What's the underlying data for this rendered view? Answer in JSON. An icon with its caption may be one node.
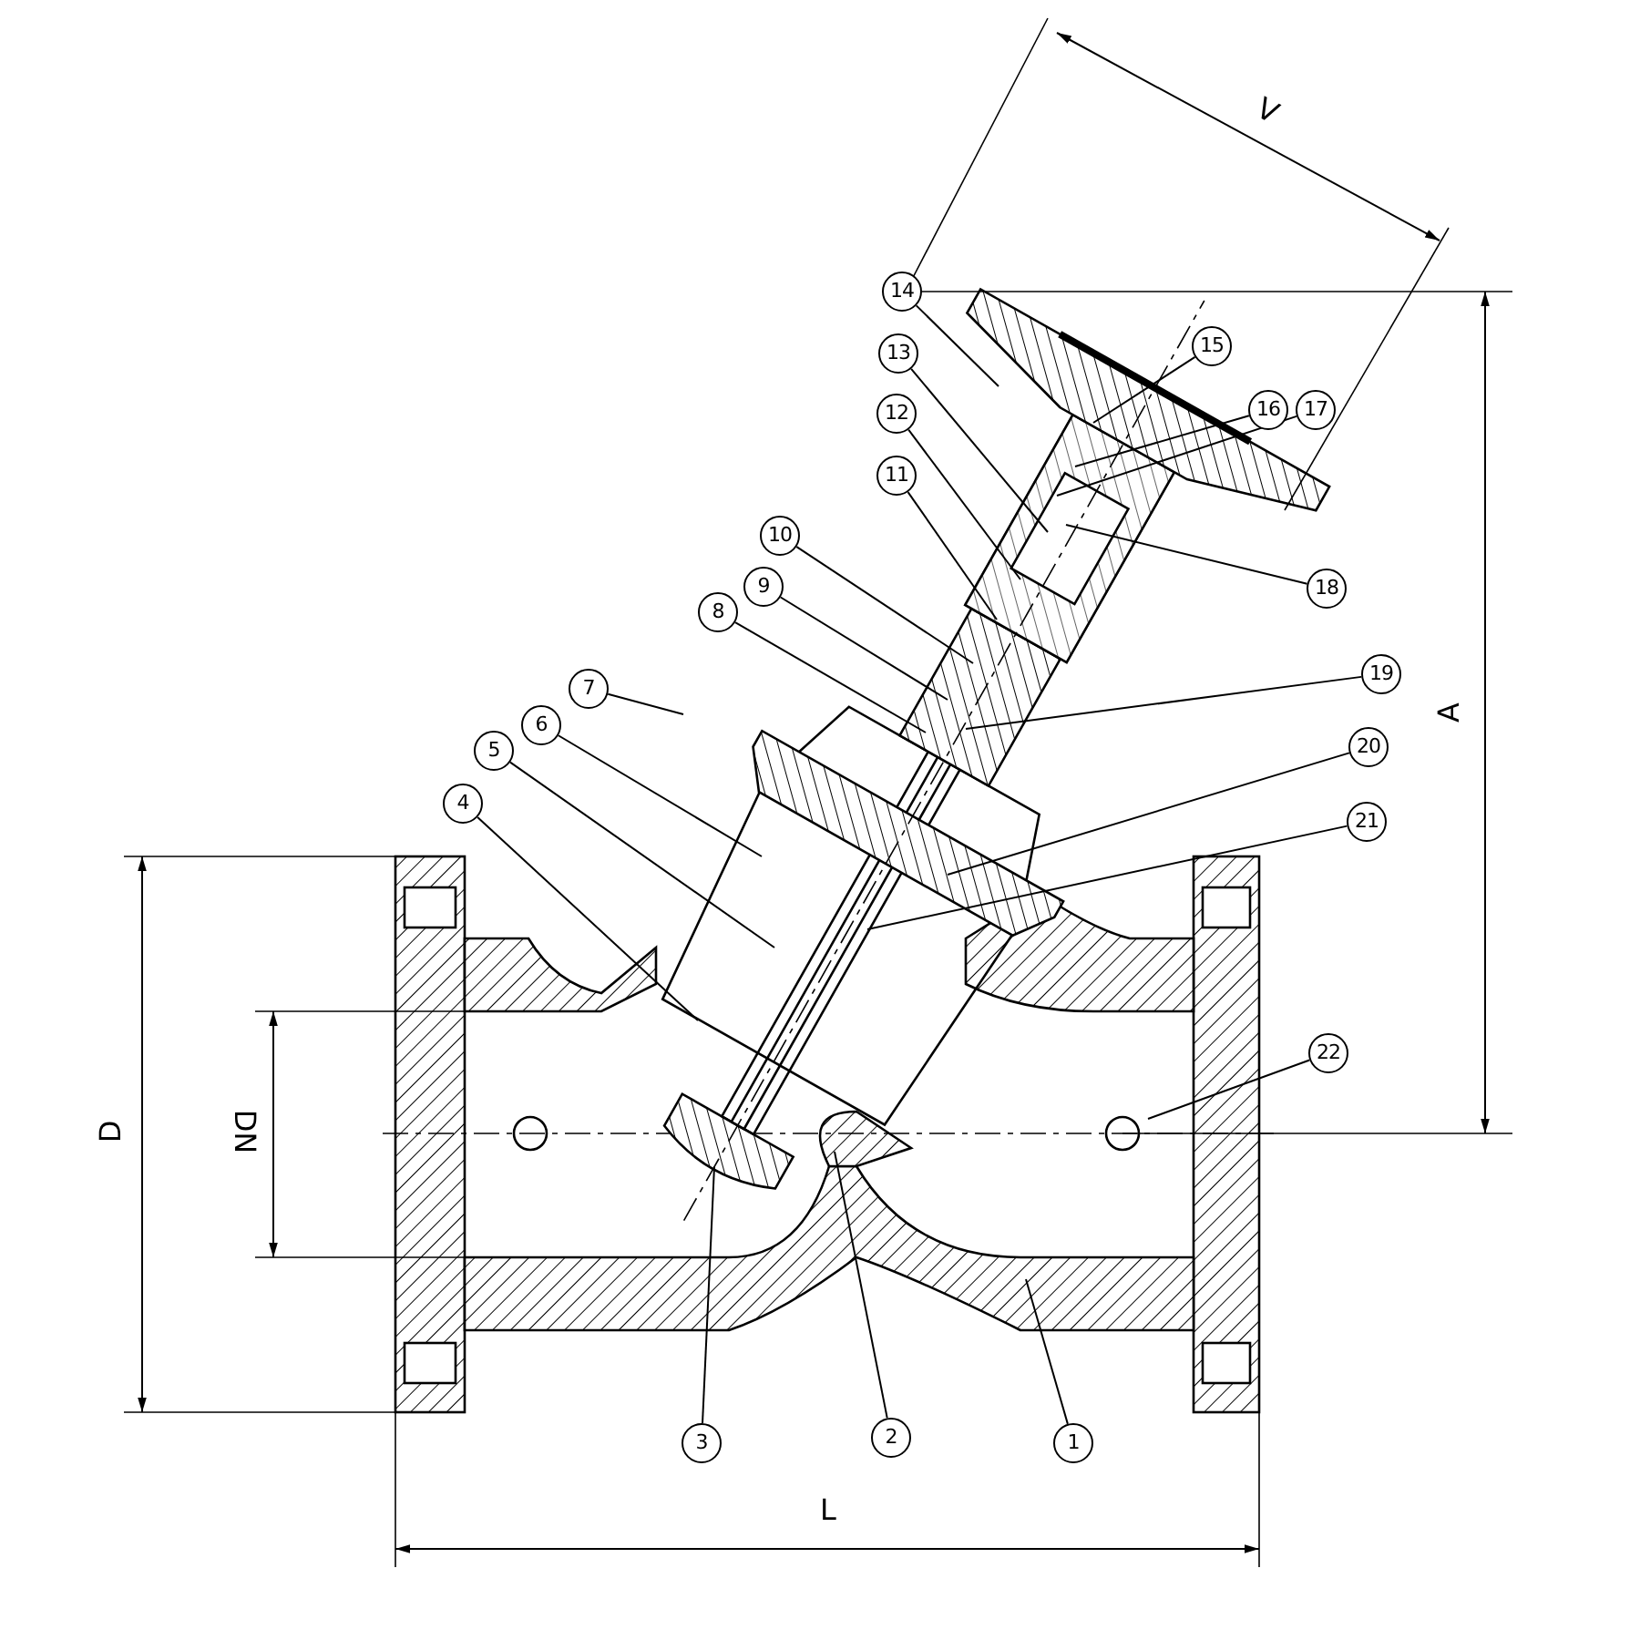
{
  "diagram": {
    "nodes": [
      {
        "text": [
          "1"
        ]
      },
      {
        "text": [
          "2"
        ]
      },
      {
        "text": [
          "3"
        ]
      },
      {
        "text": [
          "4"
        ]
      },
      {
        "text": [
          "5"
        ]
      },
      {
        "text": [
          "6"
        ]
      },
      {
        "text": [
          "7"
        ]
      },
      {
        "text": [
          "8"
        ]
      },
      {
        "text": [
          "9"
        ]
      },
      {
        "text": [
          "10"
        ]
      },
      {
        "text": [
          "11"
        ]
      },
      {
        "text": [
          "12"
        ]
      },
      {
        "text": [
          "13"
        ]
      },
      {
        "text": [
          "14"
        ]
      },
      {
        "text": [
          "15"
        ]
      },
      {
        "text": [
          "16"
        ]
      },
      {
        "text": [
          "17"
        ]
      },
      {
        "text": [
          "18"
        ]
      },
      {
        "text": [
          "19"
        ]
      },
      {
        "text": [
          "20"
        ]
      },
      {
        "text": [
          "21"
        ]
      },
      {
        "text": [
          "22"
        ]
      }
    ],
    "edges": [
      {
        "from": 0,
        "to": null,
        "arrow": "none"
      },
      {
        "from": 1,
        "to": null,
        "arrow": "none"
      },
      {
        "from": 2,
        "to": null,
        "arrow": "none"
      },
      {
        "from": 3,
        "to": null,
        "arrow": "none"
      },
      {
        "from": 4,
        "to": null,
        "arrow": "none"
      },
      {
        "from": 5,
        "to": null,
        "arrow": "none"
      },
      {
        "from": 6,
        "to": null,
        "arrow": "none"
      },
      {
        "from": 7,
        "to": null,
        "arrow": "none"
      },
      {
        "from": 8,
        "to": null,
        "arrow": "none"
      },
      {
        "from": 9,
        "to": null,
        "arrow": "none"
      },
      {
        "from": 10,
        "to": null,
        "arrow": "none"
      },
      {
        "from": 11,
        "to": null,
        "arrow": "none"
      },
      {
        "from": 12,
        "to": null,
        "arrow": "none"
      },
      {
        "from": 13,
        "to": null,
        "arrow": "none"
      },
      {
        "from": 14,
        "to": null,
        "arrow": "none"
      },
      {
        "from": 15,
        "to": null,
        "arrow": "none"
      },
      {
        "from": 16,
        "to": null,
        "arrow": "none"
      },
      {
        "from": 17,
        "to": null,
        "arrow": "none"
      },
      {
        "from": 18,
        "to": null,
        "arrow": "none"
      },
      {
        "from": 19,
        "to": null,
        "arrow": "none"
      },
      {
        "from": 20,
        "to": null,
        "arrow": "none"
      },
      {
        "from": 21,
        "to": null,
        "arrow": "none"
      }
    ],
    "labels": [
      "V",
      "A",
      "D",
      "DN",
      "L"
    ]
  }
}
